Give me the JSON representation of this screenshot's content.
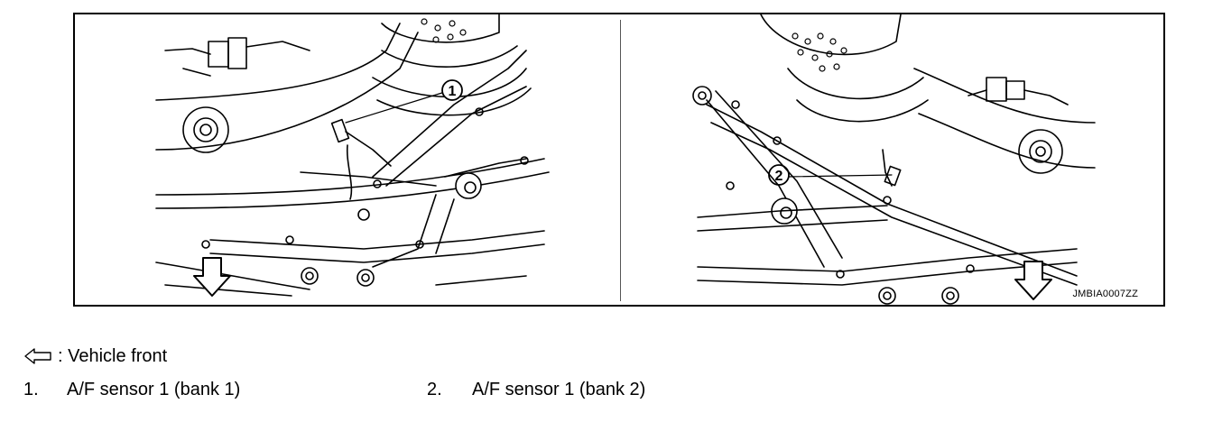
{
  "figure": {
    "code": "JMBIA0007ZZ",
    "callouts": [
      {
        "number": "1"
      },
      {
        "number": "2"
      }
    ]
  },
  "legend": {
    "front_label": ": Vehicle front",
    "front_icon": "hollow-arrow-left-icon"
  },
  "items": [
    {
      "number": "1.",
      "label": "A/F sensor 1 (bank 1)"
    },
    {
      "number": "2.",
      "label": "A/F sensor 1 (bank 2)"
    }
  ]
}
